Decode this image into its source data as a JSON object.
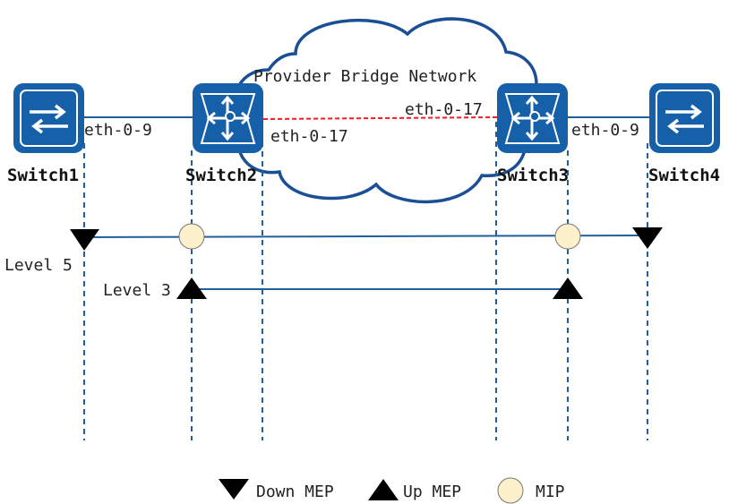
{
  "cloud": {
    "label": "Provider Bridge Network"
  },
  "switches": [
    {
      "name": "Switch1",
      "kind": "l2-switch"
    },
    {
      "name": "Switch2",
      "kind": "l3-switch"
    },
    {
      "name": "Switch3",
      "kind": "l3-switch"
    },
    {
      "name": "Switch4",
      "kind": "l2-switch"
    }
  ],
  "ports": {
    "sw1_right": "eth-0-9",
    "sw2_right": "eth-0-17",
    "sw3_left": "eth-0-17",
    "sw4_left": "eth-0-9"
  },
  "levels": {
    "level5": "Level 5",
    "level3": "Level 3"
  },
  "legend": {
    "down_mep": "Down MEP",
    "up_mep": "Up MEP",
    "mip": "MIP"
  },
  "colors": {
    "switch_fill": "#1560a8",
    "link": "#1f5f9e",
    "provider_link": "#e0242c",
    "dashed": "#1f5f9e",
    "cloud_stroke": "#1a4f96",
    "mip_fill": "#fdf1cc",
    "mep_fill": "#000000"
  }
}
